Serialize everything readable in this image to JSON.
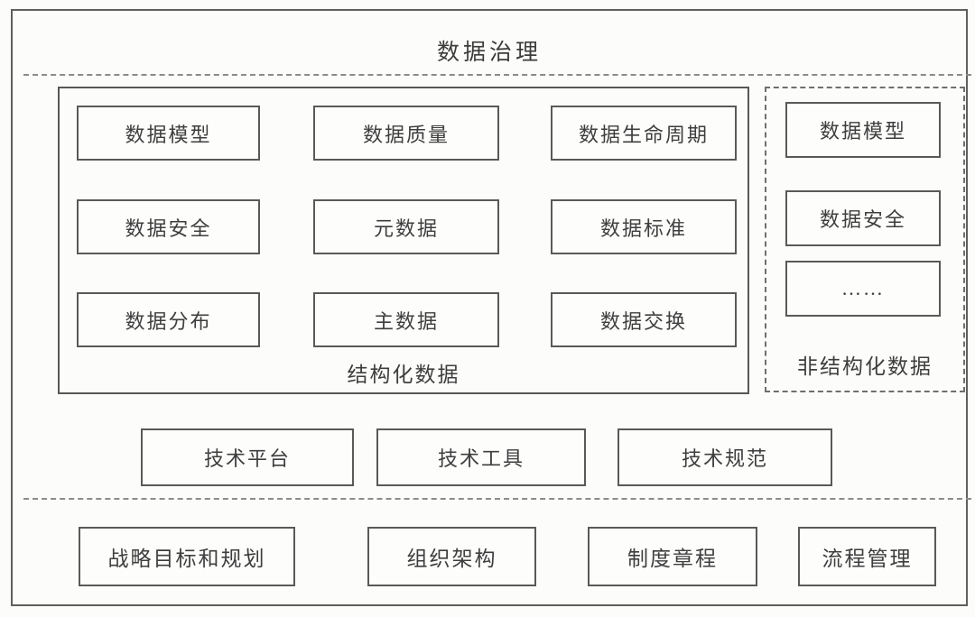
{
  "title": "数据治理",
  "structured": {
    "label": "结构化数据",
    "boxes": [
      [
        "数据模型",
        "数据质量",
        "数据生命周期"
      ],
      [
        "数据安全",
        "元数据",
        "数据标准"
      ],
      [
        "数据分布",
        "主数据",
        "数据交换"
      ]
    ]
  },
  "unstructured": {
    "label": "非结构化数据",
    "boxes": [
      "数据模型",
      "数据安全",
      "……"
    ]
  },
  "technology": {
    "platform": "技术平台",
    "tools": "技术工具",
    "standards": "技术规范"
  },
  "governance": {
    "strategy": "战略目标和规划",
    "organization": "组织架构",
    "policies": "制度章程",
    "process": "流程管理"
  },
  "colors": {
    "line": "#5f5f5f",
    "dashed_line": "#8b8b8b",
    "text": "#3e3e3e",
    "background": "#fcfcfa"
  }
}
